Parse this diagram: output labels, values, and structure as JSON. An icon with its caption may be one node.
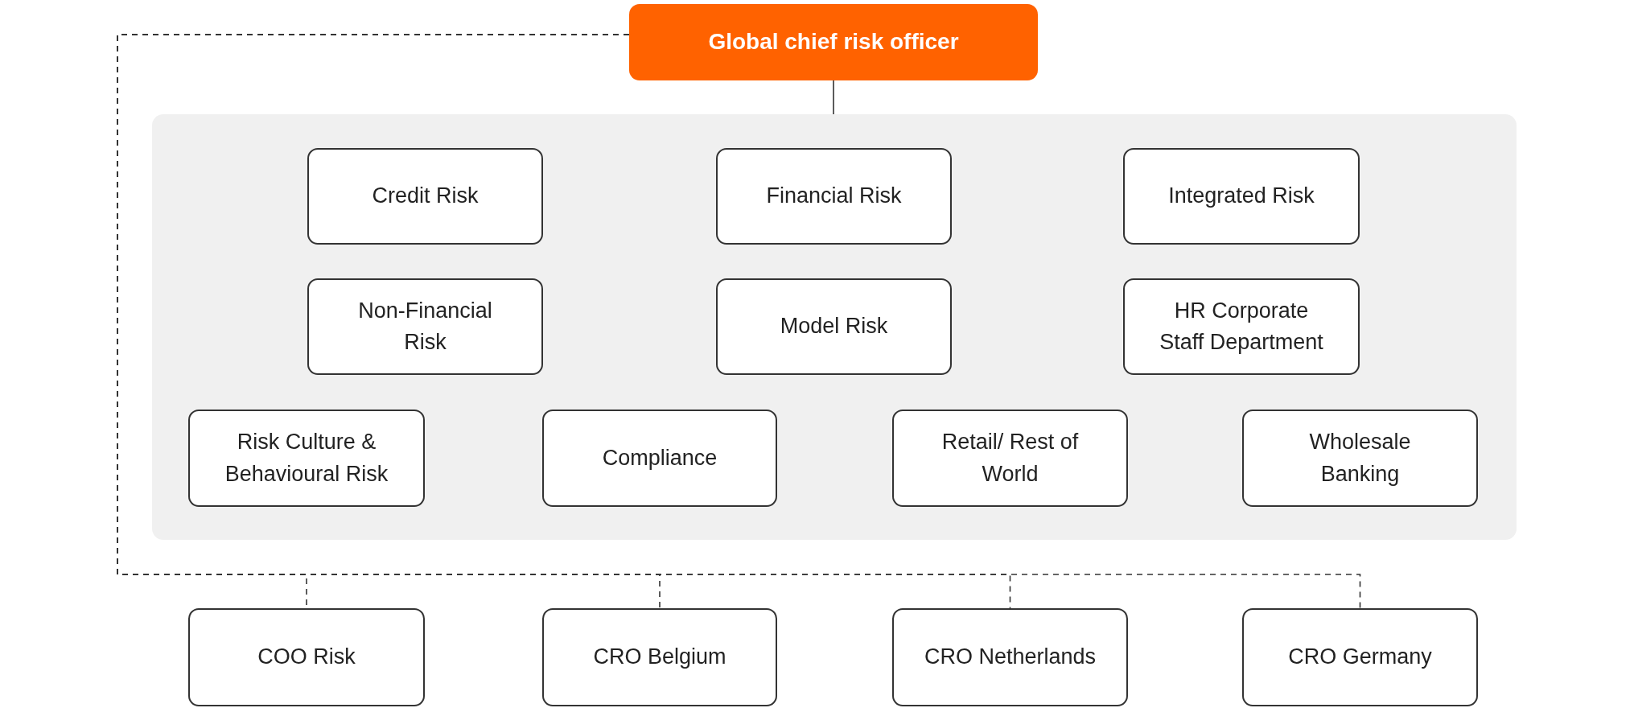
{
  "diagram": {
    "nodes": [
      {
        "text": [
          "Global chief risk officer"
        ]
      },
      {
        "text": [],
        "shape": "box"
      },
      {
        "text": [
          "Credit Risk"
        ],
        "in": 1
      },
      {
        "text": [
          "Financial Risk"
        ],
        "in": 1
      },
      {
        "text": [
          "Integrated Risk"
        ],
        "in": 1
      },
      {
        "text": [
          "Non-Financial Risk"
        ],
        "in": 1
      },
      {
        "text": [
          "Model Risk"
        ],
        "in": 1
      },
      {
        "text": [
          "HR Corporate Staff Department"
        ],
        "in": 1
      },
      {
        "text": [
          "Risk Culture & Behavioural Risk"
        ],
        "in": 1
      },
      {
        "text": [
          "Compliance"
        ],
        "in": 1
      },
      {
        "text": [
          "Retail/ Rest of World"
        ],
        "in": 1
      },
      {
        "text": [
          "Wholesale Banking"
        ],
        "in": 1
      },
      {
        "text": [
          "COO Risk"
        ]
      },
      {
        "text": [
          "CRO Belgium"
        ]
      },
      {
        "text": [
          "CRO Netherlands"
        ]
      },
      {
        "text": [
          "CRO Germany"
        ]
      }
    ],
    "edges": [
      {
        "from": 0,
        "to": 1,
        "arrow": "none"
      },
      {
        "from": 0,
        "to": 12,
        "arrow": "none",
        "style": "dashed"
      },
      {
        "from": 0,
        "to": 13,
        "arrow": "none",
        "style": "dashed"
      },
      {
        "from": 0,
        "to": 14,
        "arrow": "none",
        "style": "dashed"
      },
      {
        "from": 0,
        "to": 15,
        "arrow": "none",
        "style": "dashed"
      }
    ]
  }
}
